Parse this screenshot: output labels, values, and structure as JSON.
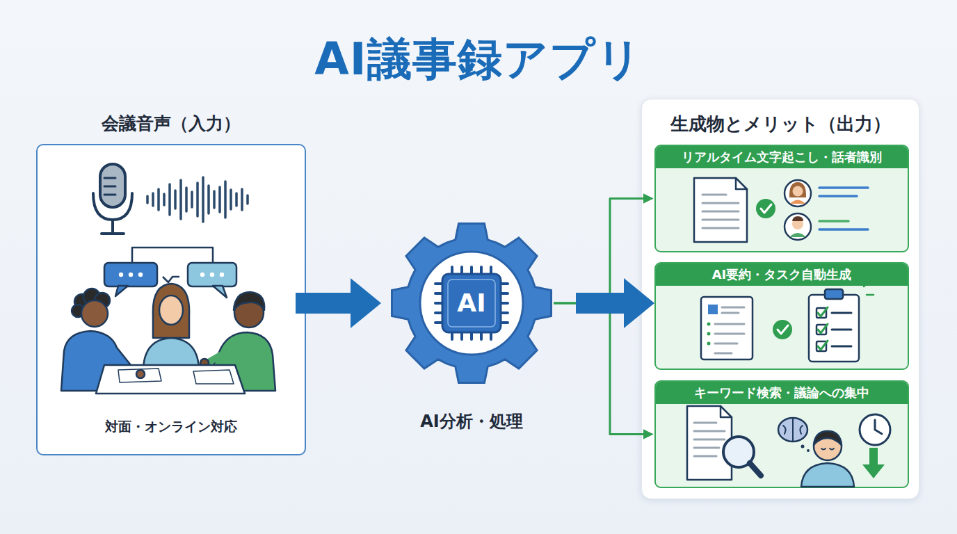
{
  "diagram": {
    "title": "AI議事録アプリ",
    "nodes": [
      {
        "text": [
          "会議音声（入力）",
          "対面・オンライン対応"
        ]
      },
      {
        "text": [
          "AI",
          "AI分析・処理"
        ]
      },
      {
        "text": [
          "生成物とメリット（出力）"
        ]
      },
      {
        "text": [
          "リアルタイム文字起こし・話者識別"
        ],
        "in": 2
      },
      {
        "text": [
          "AI要約・タスク自動生成"
        ],
        "in": 2
      },
      {
        "text": [
          "キーワード検索・議論への集中"
        ],
        "in": 2
      }
    ],
    "edges": [
      {
        "from": 0,
        "to": 1,
        "arrow": "to"
      },
      {
        "from": 1,
        "to": 3,
        "arrow": "to"
      },
      {
        "from": 1,
        "to": 4,
        "arrow": "to"
      },
      {
        "from": 1,
        "to": 5,
        "arrow": "to"
      }
    ]
  }
}
